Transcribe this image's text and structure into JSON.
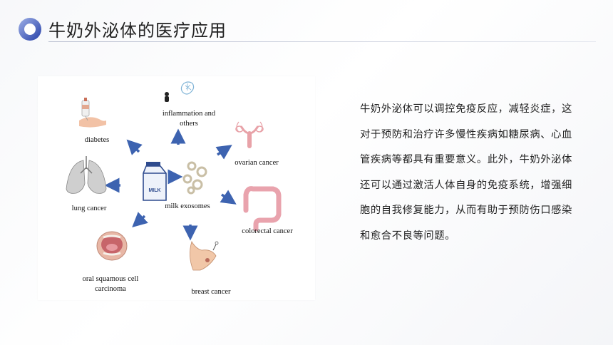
{
  "slide": {
    "title": "牛奶外泌体的医疗应用",
    "paragraph": "牛奶外泌体可以调控免疫反应，减轻炎症，这对于预防和治疗许多慢性疾病如糖尿病、心血管疾病等都具有重要意义。此外，牛奶外泌体还可以通过激活人体自身的免疫系统，增强细胞的自我修复能力，从而有助于预防伤口感染和愈合不良等问题。"
  },
  "diagram": {
    "center": "milk exosomes",
    "carton_text": "MILK",
    "nodes": {
      "diabetes": "diabetes",
      "inflammation_line1": "inflammation and",
      "inflammation_line2": "others",
      "ovarian": "ovarian cancer",
      "lung": "lung cancer",
      "colorectal": "colorectal cancer",
      "oral_line1": "oral squamous cell",
      "oral_line2": "carcinoma",
      "breast": "breast cancer"
    }
  },
  "colors": {
    "accent": "#2f4fb8",
    "arrow": "#3d63b0",
    "organ_pink": "#e8a2a8"
  }
}
